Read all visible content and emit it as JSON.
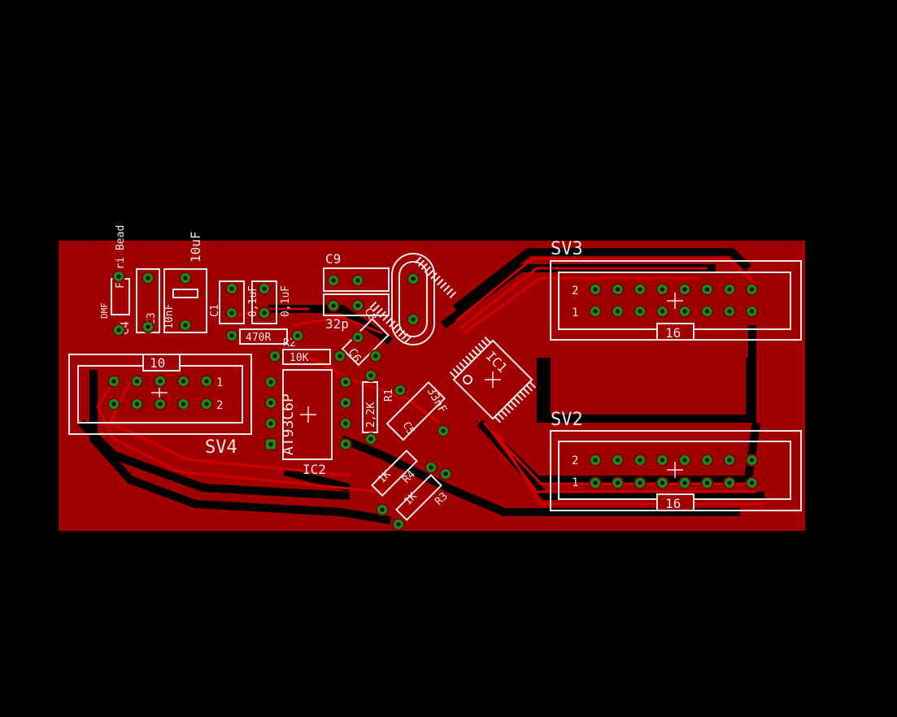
{
  "colors": {
    "background": "#000000",
    "copper": "#a00000",
    "trace": "#d10000",
    "silkscreen": "#e8e8e8",
    "pad": "#1a8a1a"
  },
  "components": {
    "sv3": {
      "name": "SV3",
      "pin2": "2",
      "pin1": "1",
      "count": "16"
    },
    "sv2": {
      "name": "SV2",
      "pin2": "2",
      "pin1": "1",
      "count": "16"
    },
    "sv4": {
      "name": "SV4",
      "pin1": "1",
      "pin2": "2",
      "count": "10"
    },
    "ic1": {
      "name": "IC1"
    },
    "ic2": {
      "name": "IC2",
      "value": "AT93C6P"
    },
    "ferrite": {
      "value": "Ferri Bead",
      "prefix": "DMF",
      "name": "C4"
    },
    "c3": {
      "name": "C3",
      "value": "10nF"
    },
    "cap_10uf": {
      "value": "10uF"
    },
    "c1": {
      "name": "C1",
      "value": "0,1uF"
    },
    "c2": {
      "value": "0,1uF"
    },
    "c9": {
      "name": "C9"
    },
    "c8": {
      "name": "C8",
      "value": "32p"
    },
    "c6": {
      "name": "C6"
    },
    "c5": {
      "name": "C5",
      "value": "33nF"
    },
    "r_470": {
      "value": "470R"
    },
    "r_10k": {
      "name": "R2",
      "value": "10K"
    },
    "r_22k": {
      "name": "R1",
      "value": "2,2K"
    },
    "r_1k": {
      "name": "R4",
      "value": "1K"
    },
    "r3": {
      "name": "R3",
      "value": "1K"
    }
  }
}
